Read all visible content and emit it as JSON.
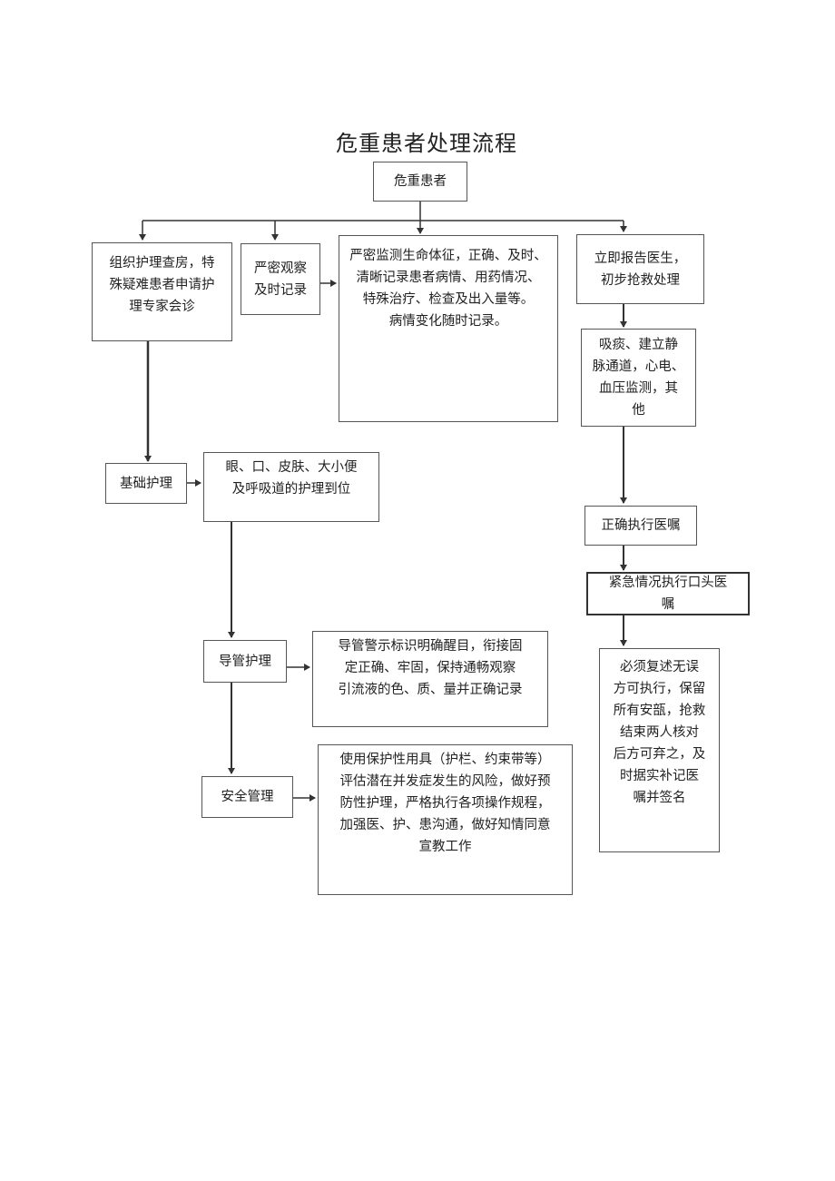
{
  "title": "危重患者处理流程",
  "nodes": {
    "start": "危重患者",
    "organize": "组织护理查房，特\n殊疑难患者申请护\n理专家会诊",
    "observe": "严密观察\n及时记录",
    "monitor": "严密监测生命体征，正确、及时、\n清晰记录患者病情、用药情况、\n特殊治疗、检查及出入量等。\n病情变化随时记录。",
    "report": "立即报告医生，\n初步抢救处理",
    "suction": "吸痰、建立静\n脉通道，心电、\n血压监测，其\n他",
    "basic_care": "基础护理",
    "basic_care_detail": "眼、口、皮肤、大小便\n及呼吸道的护理到位",
    "tube_care": "导管护理",
    "tube_care_detail": "导管警示标识明确醒目，衔接固\n定正确、牢固，保持通畅观察\n引流液的色、质、量并正确记录",
    "safety": "安全管理",
    "safety_detail": "使用保护性用具（护栏、约束带等）\n评估潜在并发症发生的风险，做好预\n防性护理，严格执行各项操作规程，\n加强医、护、患沟通，做好知情同意\n宣教工作",
    "execute_orders": "正确执行医嘱",
    "verbal_orders": "紧急情况执行口头医\n嘱",
    "repeat_orders": "必须复述无误\n方可执行，保留\n所有安瓿，抢救\n结束两人核对\n后方可弃之，及\n时据实补记医\n嘱并签名"
  },
  "colors": {
    "line": "#333333",
    "border": "#555555"
  }
}
